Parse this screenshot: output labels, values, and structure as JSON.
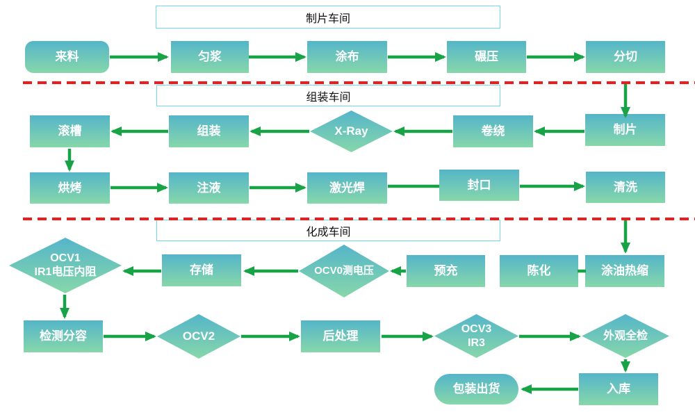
{
  "palette": {
    "node_gradient_top": "#54b5c9",
    "node_gradient_bottom": "#87d7aa",
    "node_text": "#ffffff",
    "arrow_green": "#19a347",
    "divider_red": "#ee1c1c",
    "section_border_cyan": "#70d9ee",
    "section_text": "#111111"
  },
  "sections": {
    "sheet": {
      "title": "制片车间"
    },
    "assembly": {
      "title": "组装车间"
    },
    "formation": {
      "title": "化成车间"
    }
  },
  "nodes": {
    "incoming": {
      "label": "来料"
    },
    "slurry": {
      "label": "匀浆"
    },
    "coating": {
      "label": "涂布"
    },
    "calendering": {
      "label": "碾压"
    },
    "slitting": {
      "label": "分切"
    },
    "sheeting": {
      "label": "制片"
    },
    "winding": {
      "label": "卷绕"
    },
    "xray": {
      "label": "X-Ray"
    },
    "assembling": {
      "label": "组装"
    },
    "grooving": {
      "label": "滚槽"
    },
    "baking": {
      "label": "烘烤"
    },
    "electrolyte_filling": {
      "label": "注液"
    },
    "laser_welding": {
      "label": "激光焊"
    },
    "sealing": {
      "label": "封口"
    },
    "cleaning": {
      "label": "清洗"
    },
    "oiling_heat_shrink": {
      "label": "涂油热缩"
    },
    "aging": {
      "label": "陈化"
    },
    "precharge": {
      "label": "预充"
    },
    "ocv0": {
      "label": "OCV0测电压"
    },
    "storage": {
      "label": "存储"
    },
    "ocv1": {
      "label": "OCV1\nIR1电压内阻"
    },
    "capacity_grading": {
      "label": "检测分容"
    },
    "ocv2": {
      "label": "OCV2"
    },
    "post_processing": {
      "label": "后处理"
    },
    "ocv3": {
      "label": "OCV3\nIR3"
    },
    "final_inspection": {
      "label": "外观全检"
    },
    "warehousing": {
      "label": "入库"
    },
    "packing_shipping": {
      "label": "包装出货"
    }
  }
}
